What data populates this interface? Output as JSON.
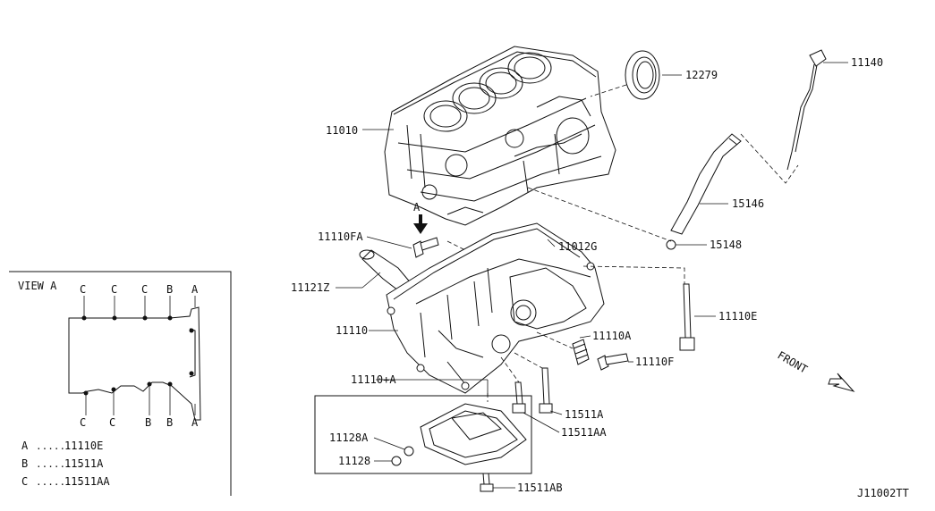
{
  "diagram_code": "J11002TT",
  "view_panel": {
    "title": "VIEW A",
    "top_markers": [
      "C",
      "C",
      "C",
      "B",
      "A"
    ],
    "bottom_markers": [
      "C",
      "C",
      "B",
      "B",
      "A"
    ],
    "legend": [
      {
        "key": "A",
        "dots": "........",
        "part": "11110E"
      },
      {
        "key": "B",
        "dots": "........",
        "part": "11511A"
      },
      {
        "key": "C",
        "dots": "........",
        "part": "11511AA"
      }
    ]
  },
  "view_arrow_label": "A",
  "front_label": "FRONT",
  "callouts": {
    "p12279": "12279",
    "p11140": "11140",
    "p11010": "11010",
    "p15146": "15146",
    "p15148": "15148",
    "p11110FA": "11110FA",
    "p11012G": "11012G",
    "p11121Z": "11121Z",
    "p11110E": "11110E",
    "p11110": "11110",
    "p11110A": "11110A",
    "p11110F": "11110F",
    "p11110plusA": "11110+A",
    "p11511A": "11511A",
    "p11511AA": "11511AA",
    "p11128A": "11128A",
    "p11128": "11128",
    "p11511AB": "11511AB"
  }
}
